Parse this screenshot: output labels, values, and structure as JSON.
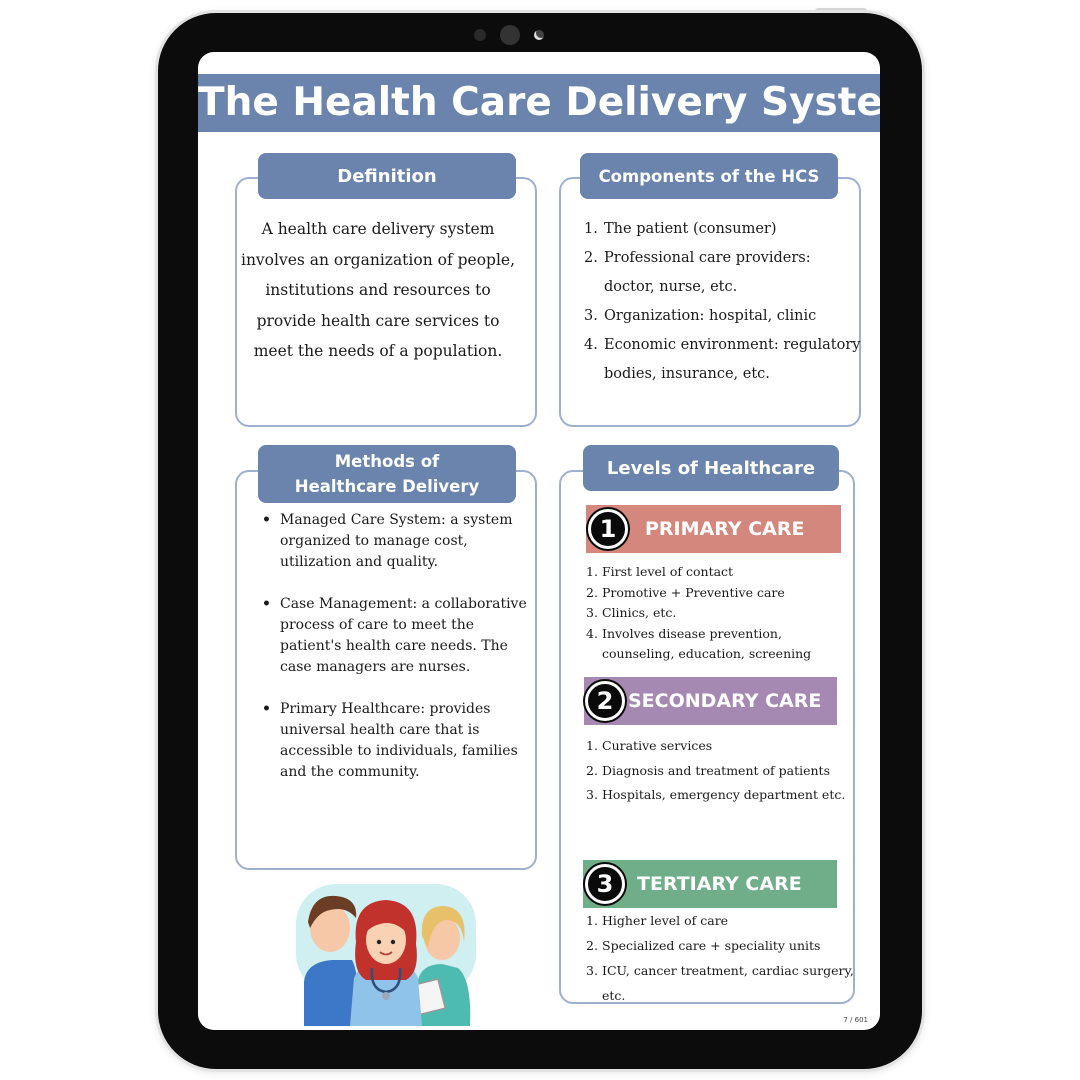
{
  "title": "The Health Care Delivery System",
  "colors": {
    "header": "#6a84ad",
    "card_border": "#9fb0cf",
    "primary": "#d4877d",
    "secondary": "#a689b3",
    "tertiary": "#6fae89"
  },
  "definition": {
    "heading": "Definition",
    "text": "A health care delivery system involves an organization of people, institutions and resources to provide health care services to meet the needs of a population."
  },
  "components": {
    "heading": "Components of the HCS",
    "items": [
      "The patient (consumer)",
      "Professional care providers: doctor, nurse, etc.",
      "Organization: hospital, clinic",
      "Economic environment: regulatory bodies, insurance, etc."
    ]
  },
  "methods": {
    "heading": "Methods of Healthcare Delivery",
    "items": [
      "Managed Care System: a system organized to manage cost, utilization and quality.",
      "Case Management: a collaborative process of care to meet the patient's health care needs. The case managers are nurses.",
      "Primary Healthcare: provides universal health care that is accessible to individuals, families and the community."
    ]
  },
  "levels": {
    "heading": "Levels of Healthcare",
    "primary": {
      "number": "1",
      "label": "PRIMARY CARE",
      "items": [
        "First level of contact",
        "Promotive + Preventive care",
        "Clinics, etc.",
        "Involves disease prevention, counseling, education, screening"
      ]
    },
    "secondary": {
      "number": "2",
      "label": "SECONDARY CARE",
      "items": [
        "Curative services",
        "Diagnosis and treatment of patients",
        "Hospitals, emergency department etc."
      ]
    },
    "tertiary": {
      "number": "3",
      "label": "TERTIARY CARE",
      "items": [
        "Higher level of care",
        "Specialized care + speciality units",
        "ICU, cancer treatment, cardiac surgery, etc."
      ]
    }
  },
  "page_number": "7 / 601"
}
